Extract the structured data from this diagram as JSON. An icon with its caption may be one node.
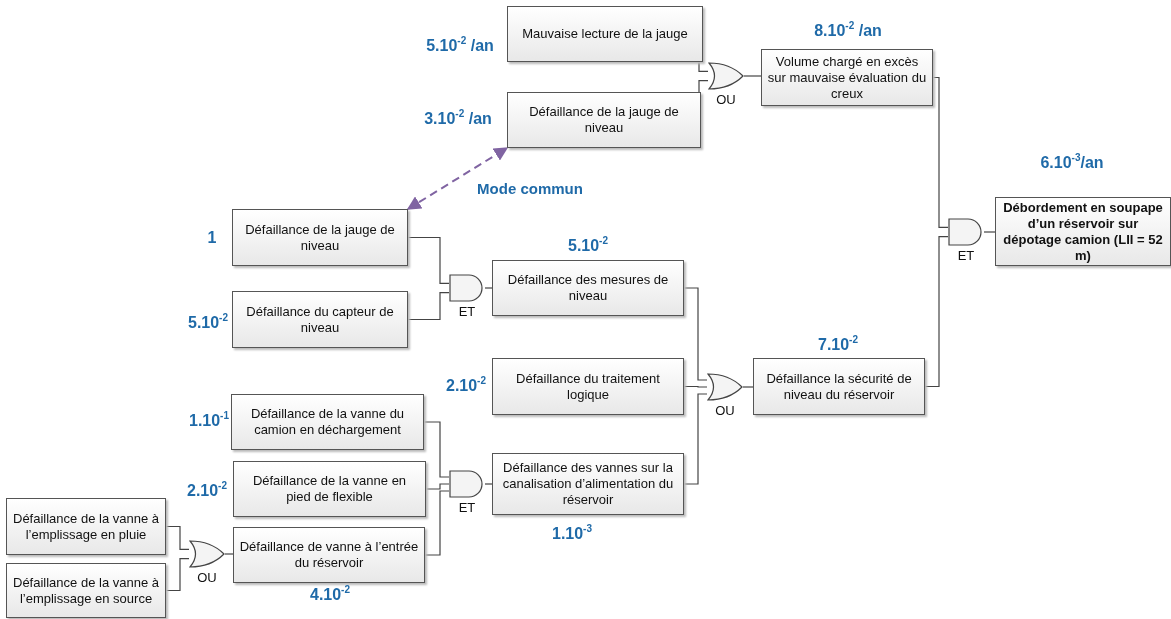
{
  "diagram": {
    "nodes": [
      {
        "text": [
          "Mauvaise lecture de la jauge"
        ],
        "beside": [
          "5.10$^{-2}$ /an"
        ]
      },
      {
        "text": [
          "Défaillance de la jauge de niveau"
        ],
        "beside": [
          "3.10$^{-2}$ /an"
        ]
      },
      {
        "text": [
          "OU"
        ]
      },
      {
        "text": [
          "Volume chargé en excès sur mauvaise évaluation du creux"
        ],
        "beside": [
          "8.10$^{-2}$ /an"
        ]
      },
      {
        "text": [
          "Défaillance de la jauge de niveau"
        ],
        "beside": [
          "1"
        ]
      },
      {
        "text": [
          "Défaillance du capteur de niveau"
        ],
        "beside": [
          "5.10$^{-2}$"
        ]
      },
      {
        "text": [
          "ET"
        ]
      },
      {
        "text": [
          "Défaillance des mesures de niveau"
        ],
        "beside": [
          "5.10$^{-2}$"
        ]
      },
      {
        "text": [
          "Défaillance du traitement logique"
        ],
        "beside": [
          "2.10$^{-2}$"
        ]
      },
      {
        "text": [
          "Défaillance de la vanne du camion en déchargement"
        ],
        "beside": [
          "1.10$^{-1}$"
        ]
      },
      {
        "text": [
          "Défaillance de la vanne en pied de flexible"
        ],
        "beside": [
          "2.10$^{-2}$"
        ]
      },
      {
        "text": [
          "Défaillance de la vanne à l’emplissage en pluie"
        ]
      },
      {
        "text": [
          "Défaillance de la vanne à l’emplissage en source"
        ]
      },
      {
        "text": [
          "OU"
        ]
      },
      {
        "text": [
          "Défaillance de vanne à l’entrée du réservoir"
        ],
        "beside": [
          "4.10$^{-2}$"
        ]
      },
      {
        "text": [
          "ET"
        ]
      },
      {
        "text": [
          "Défaillance des vannes sur la canalisation d’alimentation du réservoir"
        ],
        "beside": [
          "1.10$^{-3}$"
        ]
      },
      {
        "text": [
          "OU"
        ]
      },
      {
        "text": [
          "Défaillance la sécurité de niveau du réservoir"
        ],
        "beside": [
          "7.10$^{-2}$"
        ]
      },
      {
        "text": [
          "ET"
        ]
      },
      {
        "text": [
          "Débordement en soupape d’un réservoir sur dépotage camion (LII = 52 m)"
        ],
        "beside": [
          "6.10$^{-3}$/an"
        ]
      }
    ],
    "edges": [
      {
        "from": 0,
        "to": 2,
        "arrow": "none"
      },
      {
        "from": 1,
        "to": 2,
        "arrow": "none"
      },
      {
        "from": 2,
        "to": 3,
        "arrow": "none"
      },
      {
        "from": 4,
        "to": 1,
        "arrow": "both",
        "label": "Mode commun",
        "style": "dashed",
        "color": "#8064a2"
      },
      {
        "from": 4,
        "to": 6,
        "arrow": "none"
      },
      {
        "from": 5,
        "to": 6,
        "arrow": "none"
      },
      {
        "from": 6,
        "to": 7,
        "arrow": "none"
      },
      {
        "from": 7,
        "to": 17,
        "arrow": "none"
      },
      {
        "from": 8,
        "to": 17,
        "arrow": "none"
      },
      {
        "from": 16,
        "to": 17,
        "arrow": "none"
      },
      {
        "from": 17,
        "to": 18,
        "arrow": "none"
      },
      {
        "from": 3,
        "to": 19,
        "arrow": "none"
      },
      {
        "from": 18,
        "to": 19,
        "arrow": "none"
      },
      {
        "from": 19,
        "to": 20,
        "arrow": "none"
      },
      {
        "from": 9,
        "to": 15,
        "arrow": "none"
      },
      {
        "from": 10,
        "to": 15,
        "arrow": "none"
      },
      {
        "from": 14,
        "to": 15,
        "arrow": "none"
      },
      {
        "from": 15,
        "to": 16,
        "arrow": "none"
      },
      {
        "from": 11,
        "to": 13,
        "arrow": "none"
      },
      {
        "from": 12,
        "to": 13,
        "arrow": "none"
      },
      {
        "from": 13,
        "to": 14,
        "arrow": "none"
      }
    ]
  }
}
